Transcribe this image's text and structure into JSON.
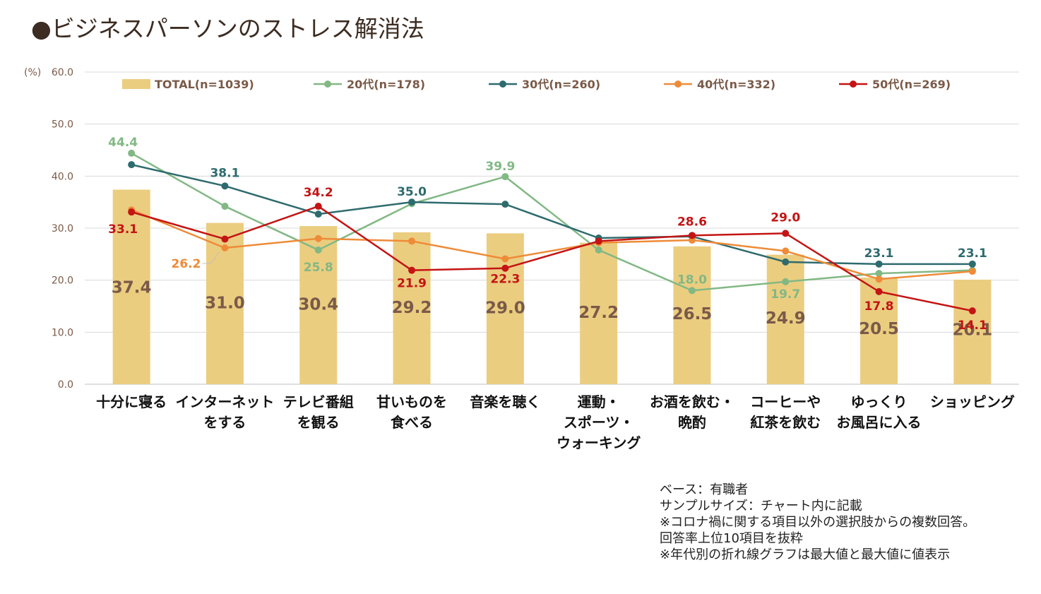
{
  "title": "●ビジネスパーソンのストレス解消法",
  "notes": [
    "ベース：有職者",
    "サンプルサイズ：チャート内に記載",
    "※コロナ禍に関する項目以外の選択肢からの複数回答。",
    "回答率上位10項目を抜粋",
    "※年代別の折れ線グラフは最大値と最大値に値表示"
  ],
  "chart_data": {
    "type": "bar",
    "unit_label": "(%)",
    "ylim": [
      0,
      60
    ],
    "yticks": [
      "0.0",
      "10.0",
      "20.0",
      "30.0",
      "40.0",
      "50.0",
      "60.0"
    ],
    "grid": true,
    "legend_position": "top",
    "categories": [
      [
        "十分に寝る"
      ],
      [
        "インターネット",
        "をする"
      ],
      [
        "テレビ番組",
        "を観る"
      ],
      [
        "甘いものを",
        "食べる"
      ],
      [
        "音楽を聴く"
      ],
      [
        "運動・",
        "スポーツ・",
        "ウォーキング"
      ],
      [
        "お酒を飲む・",
        "晩酌"
      ],
      [
        "コーヒーや",
        "紅茶を飲む"
      ],
      [
        "ゆっくり",
        "お風呂に入る"
      ],
      [
        "ショッピング"
      ]
    ],
    "bar_series": {
      "name": "TOTAL(n=1039)",
      "color": "#ebcd80",
      "label_color": "#7a5a48",
      "values": [
        37.4,
        31.0,
        30.4,
        29.2,
        29.0,
        27.2,
        26.5,
        24.9,
        20.5,
        20.1
      ],
      "labels": [
        "37.4",
        "31.0",
        "30.4",
        "29.2",
        "29.0",
        "27.2",
        "26.5",
        "24.9",
        "20.5",
        "20.1"
      ]
    },
    "line_series": [
      {
        "name": "20代(n=178)",
        "color": "#82b884",
        "values": [
          44.4,
          34.2,
          25.8,
          34.7,
          39.9,
          25.8,
          18.0,
          19.7,
          21.3,
          21.9
        ],
        "labels": [
          "44.4",
          null,
          "25.8",
          null,
          "39.9",
          null,
          "18.0",
          "19.7",
          null,
          null
        ]
      },
      {
        "name": "30代(n=260)",
        "color": "#2e6b6e",
        "values": [
          42.2,
          38.1,
          32.7,
          35.0,
          34.6,
          28.1,
          28.4,
          23.5,
          23.1,
          23.1
        ],
        "labels": [
          null,
          "38.1",
          null,
          "35.0",
          null,
          null,
          null,
          null,
          "23.1",
          "23.1"
        ]
      },
      {
        "name": "40代(n=332)",
        "color": "#ee8b38",
        "values": [
          33.5,
          26.2,
          28.0,
          27.5,
          24.1,
          27.2,
          27.7,
          25.6,
          20.2,
          21.7
        ],
        "labels": [
          null,
          "26.2",
          null,
          null,
          null,
          null,
          null,
          null,
          null,
          null
        ]
      },
      {
        "name": "50代(n=269)",
        "color": "#c41414",
        "values": [
          33.1,
          27.9,
          34.2,
          21.9,
          22.3,
          27.5,
          28.6,
          29.0,
          17.8,
          14.1
        ],
        "labels": [
          "33.1",
          null,
          "34.2",
          "21.9",
          "22.3",
          null,
          "28.6",
          "29.0",
          "17.8",
          "14.1"
        ]
      }
    ]
  }
}
